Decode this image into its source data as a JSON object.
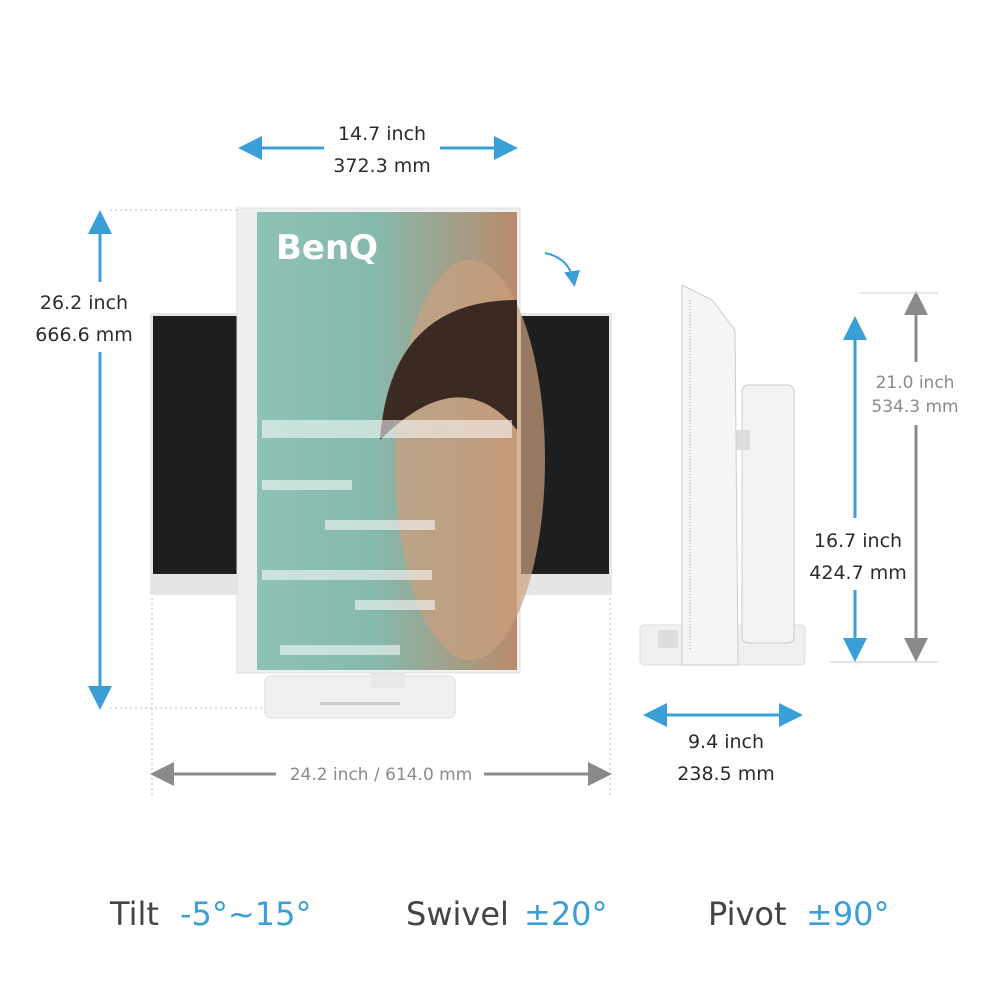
{
  "brand": "BenQ",
  "colors": {
    "accent": "#3a9fd6",
    "gray_arrow": "#8a8a8a",
    "text": "#2b2b2b",
    "screen": "#8fbfb3"
  },
  "dimensions": {
    "width_inch": "14.7 inch",
    "width_mm": "372.3 mm",
    "height_inch": "26.2 inch",
    "height_mm": "666.6 mm",
    "landscape_width": "24.2 inch / 614.0 mm",
    "max_height_inch": "21.0 inch",
    "max_height_mm": "534.3 mm",
    "min_height_inch": "16.7 inch",
    "min_height_mm": "424.7 mm",
    "depth_inch": "9.4 inch",
    "depth_mm": "238.5 mm"
  },
  "features": [
    {
      "label": "Tilt",
      "value": "-5°~15°"
    },
    {
      "label": "Swivel",
      "value": "±20°"
    },
    {
      "label": "Pivot",
      "value": "±90°"
    }
  ]
}
